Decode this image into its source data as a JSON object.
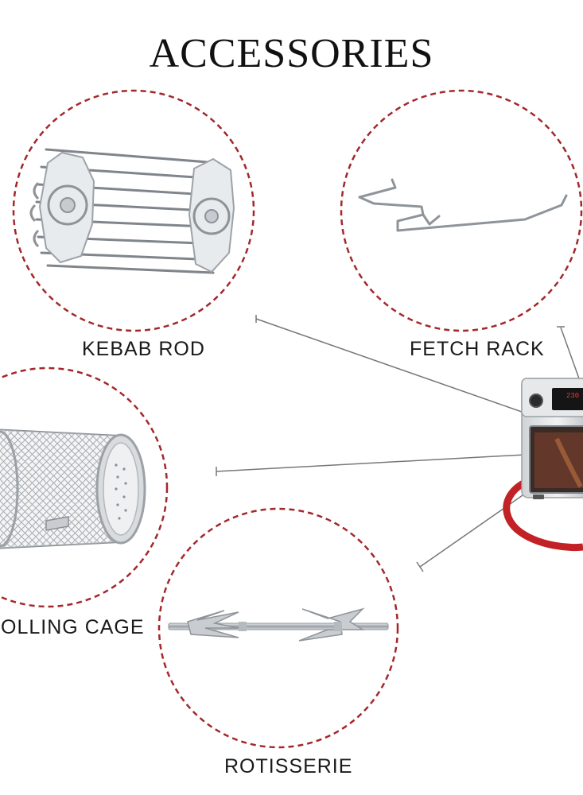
{
  "title": "ACCESSORIES",
  "accessories": [
    {
      "label": "KEBAB ROD",
      "image": "kebab-rod-image"
    },
    {
      "label": "FETCH RACK",
      "image": "fetch-rack-image"
    },
    {
      "label": "ROLLING CAGE",
      "image": "rolling-cage-image"
    },
    {
      "label": "ROTISSERIE",
      "image": "rotisserie-image"
    }
  ],
  "product": {
    "image": "air-fryer-oven-image",
    "display_text": "230"
  },
  "colors": {
    "circle_dash": "#a3282b",
    "connector": "#777777",
    "accent_ring": "#c22126",
    "metal": "#9aa0a6",
    "text": "#1a1a1a"
  }
}
